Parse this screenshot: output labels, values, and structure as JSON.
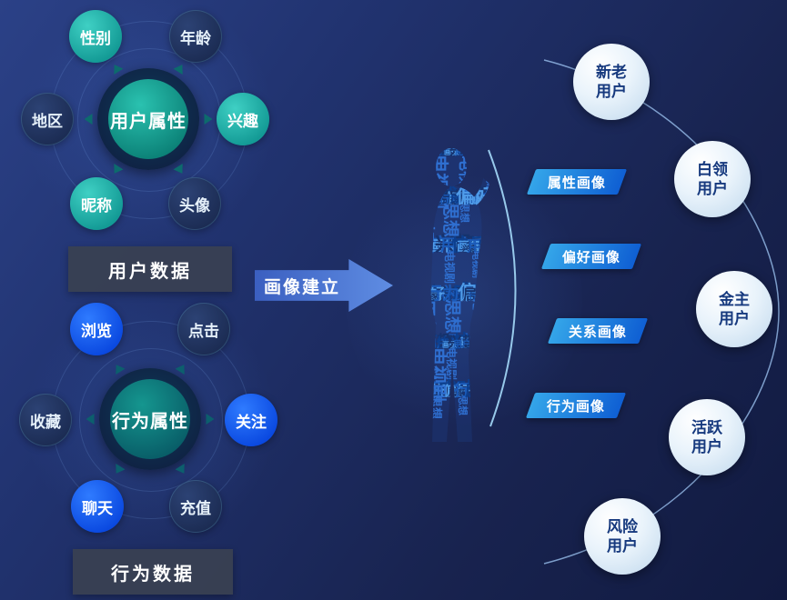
{
  "colors": {
    "background_start": "#2b4187",
    "background_end": "#111a40",
    "teal_node": "#1fb5ab",
    "blue_node": "#1160f2",
    "dark_node": "#223663",
    "center_teal": "#0b8076",
    "badge_gradient_start": "#34a5e9",
    "badge_gradient_end": "#0f5fd3",
    "arrow_fill": "#4d7cd8",
    "segment_circle": "#e9f3fb",
    "segment_text": "#16397e",
    "arc_stroke": "#9ed2f2"
  },
  "hub_top": {
    "center_label": "用户属性",
    "data_label": "用户数据",
    "satellites": [
      {
        "label": "性别",
        "style": "teal"
      },
      {
        "label": "年龄",
        "style": "dark"
      },
      {
        "label": "地区",
        "style": "dark"
      },
      {
        "label": "兴趣",
        "style": "teal"
      },
      {
        "label": "昵称",
        "style": "teal"
      },
      {
        "label": "头像",
        "style": "dark"
      }
    ]
  },
  "hub_bottom": {
    "center_label": "行为属性",
    "data_label": "行为数据",
    "satellites": [
      {
        "label": "浏览",
        "style": "blue"
      },
      {
        "label": "点击",
        "style": "dark"
      },
      {
        "label": "收藏",
        "style": "dark"
      },
      {
        "label": "关注",
        "style": "blue"
      },
      {
        "label": "聊天",
        "style": "blue"
      },
      {
        "label": "充值",
        "style": "dark"
      }
    ]
  },
  "arrow": {
    "label": "画像建立"
  },
  "badges": [
    {
      "label": "属性画像"
    },
    {
      "label": "偏好画像"
    },
    {
      "label": "关系画像"
    },
    {
      "label": "行为画像"
    }
  ],
  "segments": [
    {
      "label": "新老用户",
      "lines": [
        "新老",
        "用户"
      ]
    },
    {
      "label": "白领用户",
      "lines": [
        "白领",
        "用户"
      ]
    },
    {
      "label": "金主用户",
      "lines": [
        "金主",
        "用户"
      ]
    },
    {
      "label": "活跃用户",
      "lines": [
        "活跃",
        "用户"
      ]
    },
    {
      "label": "风险用户",
      "lines": [
        "风险",
        "用户"
      ]
    }
  ],
  "wordcloud": {
    "words": [
      "电视剧",
      "成功",
      "画像",
      "居家",
      "用户",
      "思想",
      "快乐",
      "偏好",
      "兴趣",
      "行为"
    ]
  }
}
